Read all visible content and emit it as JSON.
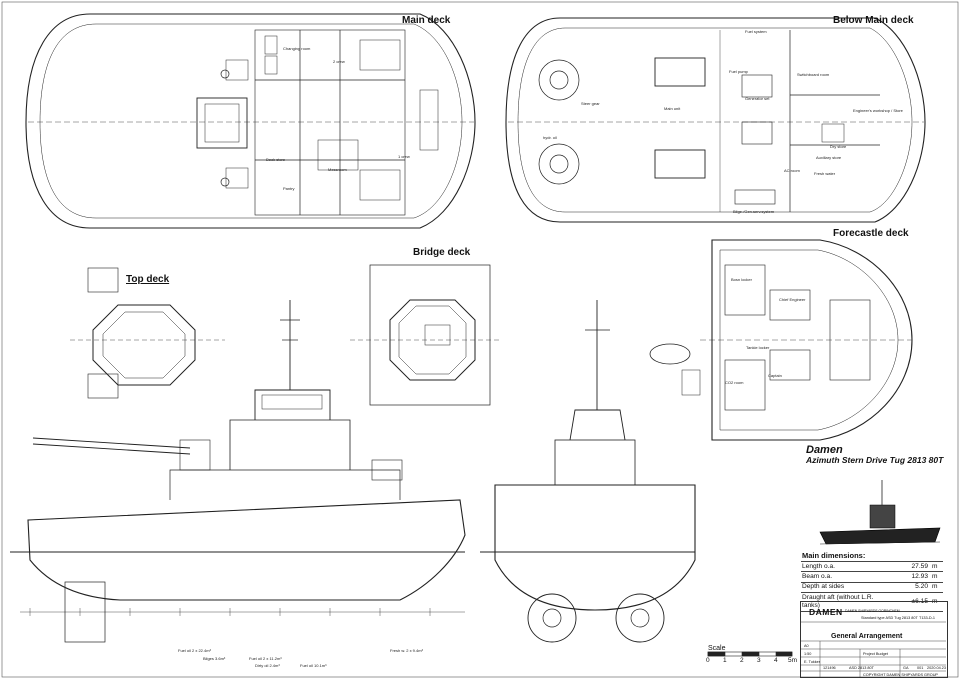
{
  "views": {
    "main_deck": "Main deck",
    "below_main_deck": "Below Main deck",
    "top_deck": "Top deck",
    "bridge_deck": "Bridge deck",
    "forecastle_deck": "Forecastle deck"
  },
  "rooms": {
    "changing_room": "Changing room",
    "deck_store": "Deck store",
    "messroom": "Messroom",
    "pantry": "Pantry",
    "crew_1": "1 crew",
    "crew_2": "2 crew",
    "fuel_system": "Fuel system",
    "fuel_pump": "Fuel pump",
    "switchboard_room": "Switchboard room",
    "engineers_workshop": "Engineer's workshop / Store",
    "dry_store": "Dry store",
    "fresh_water": "Fresh water",
    "ac_room": "AC room",
    "auxiliary_store": "Auxiliary store",
    "generator_set": "Generator set",
    "main_unit": "Main unit",
    "bilge_system": "Bilge-/Gen.serv.system",
    "steer_gear": "Steer gear",
    "hydr_oil": "hydr. oil",
    "chief_engineer": "Chief Engineer",
    "tankie_locker": "Tankie locker",
    "captain": "Captain",
    "bosn_locker": "Bosn locker",
    "co2_room": "CO2 room"
  },
  "title": {
    "brand": "Damen",
    "model": "Azimuth Stern Drive Tug 2813 80T"
  },
  "dimensions": {
    "heading": "Main dimensions:",
    "rows": [
      {
        "label": "Length o.a.",
        "value": "27.59",
        "unit": "m"
      },
      {
        "label": "Beam o.a.",
        "value": "12.93",
        "unit": "m"
      },
      {
        "label": "Depth at sides",
        "value": "5.20",
        "unit": "m"
      },
      {
        "label": "Draught aft (without L.R. tanks)",
        "value": "±6.15",
        "unit": "m"
      }
    ]
  },
  "title_block": {
    "logo": "DAMEN",
    "logo_sub": "DAMEN SHIPYARDS GORINCHEM",
    "drawing_title": "General Arrangement",
    "format": "A0",
    "scale_value": "1:50",
    "drawn": "E. Tukker",
    "standard_type": "Standard type ASD Tug 2813 80T",
    "project": "Project Budget",
    "drawing_nr": "121496",
    "drawing_desc": "ASD 2813 80T",
    "code": "GA",
    "sheet": "001",
    "date": "2020.04.23",
    "copyright": "COPYRIGHT DAMEN SHIPYARDS GROUP",
    "ref": "T133-D-1"
  },
  "scale_bar": {
    "label": "Scale",
    "ticks": [
      "0",
      "1",
      "2",
      "3",
      "4",
      "5m"
    ]
  },
  "tank_labels": {
    "fuel_23": "Fuel oil 2 x 22.4m³",
    "freshwater": "Fresh w. 2 x 9.4m³",
    "bilges": "Bilges 3.6m³",
    "fuel_112": "Fuel oil 2 x 11.2m³",
    "dirty_oil": "Dirty oil 2.4m³",
    "fuel_10": "Fuel oil 10.1m³"
  }
}
